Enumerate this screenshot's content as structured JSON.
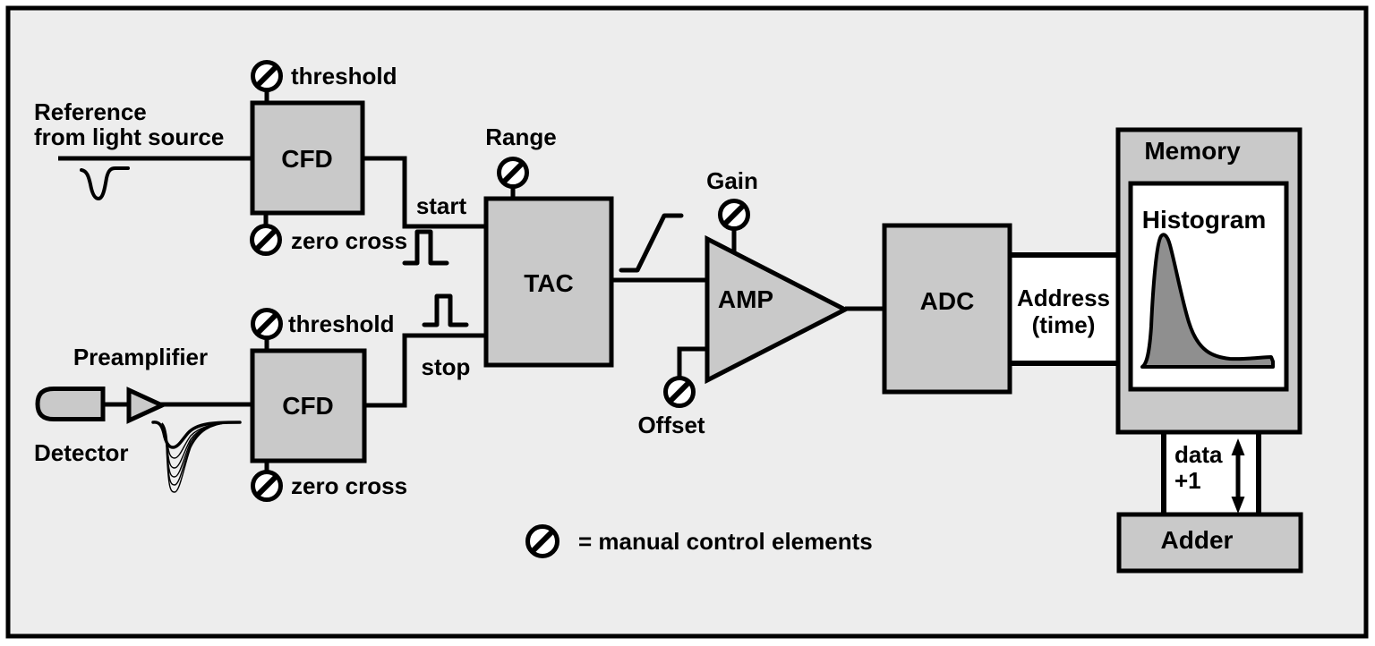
{
  "colors": {
    "background": "#ededed",
    "block_fill": "#c9c9c9",
    "histogram_fill": "#8f8f8f",
    "channel_fill": "#ffffff",
    "outline": "#000000"
  },
  "reference": {
    "line1": "Reference",
    "line2": "from light source"
  },
  "cfd_top": {
    "label": "CFD",
    "threshold": "threshold",
    "zero_cross": "zero cross"
  },
  "cfd_bottom": {
    "label": "CFD",
    "threshold": "threshold",
    "zero_cross": "zero cross"
  },
  "detector": {
    "label": "Detector",
    "preamplifier": "Preamplifier"
  },
  "tac": {
    "label": "TAC",
    "range": "Range",
    "start": "start",
    "stop": "stop"
  },
  "amp": {
    "label": "AMP",
    "gain": "Gain",
    "offset": "Offset"
  },
  "adc": {
    "label": "ADC"
  },
  "address_bus": {
    "line1": "Address",
    "line2": "(time)"
  },
  "memory": {
    "label": "Memory",
    "histogram": "Histogram"
  },
  "data_bus": {
    "line1": "data",
    "line2": "+1"
  },
  "adder": {
    "label": "Adder"
  },
  "legend": {
    "text": "= manual control elements"
  }
}
